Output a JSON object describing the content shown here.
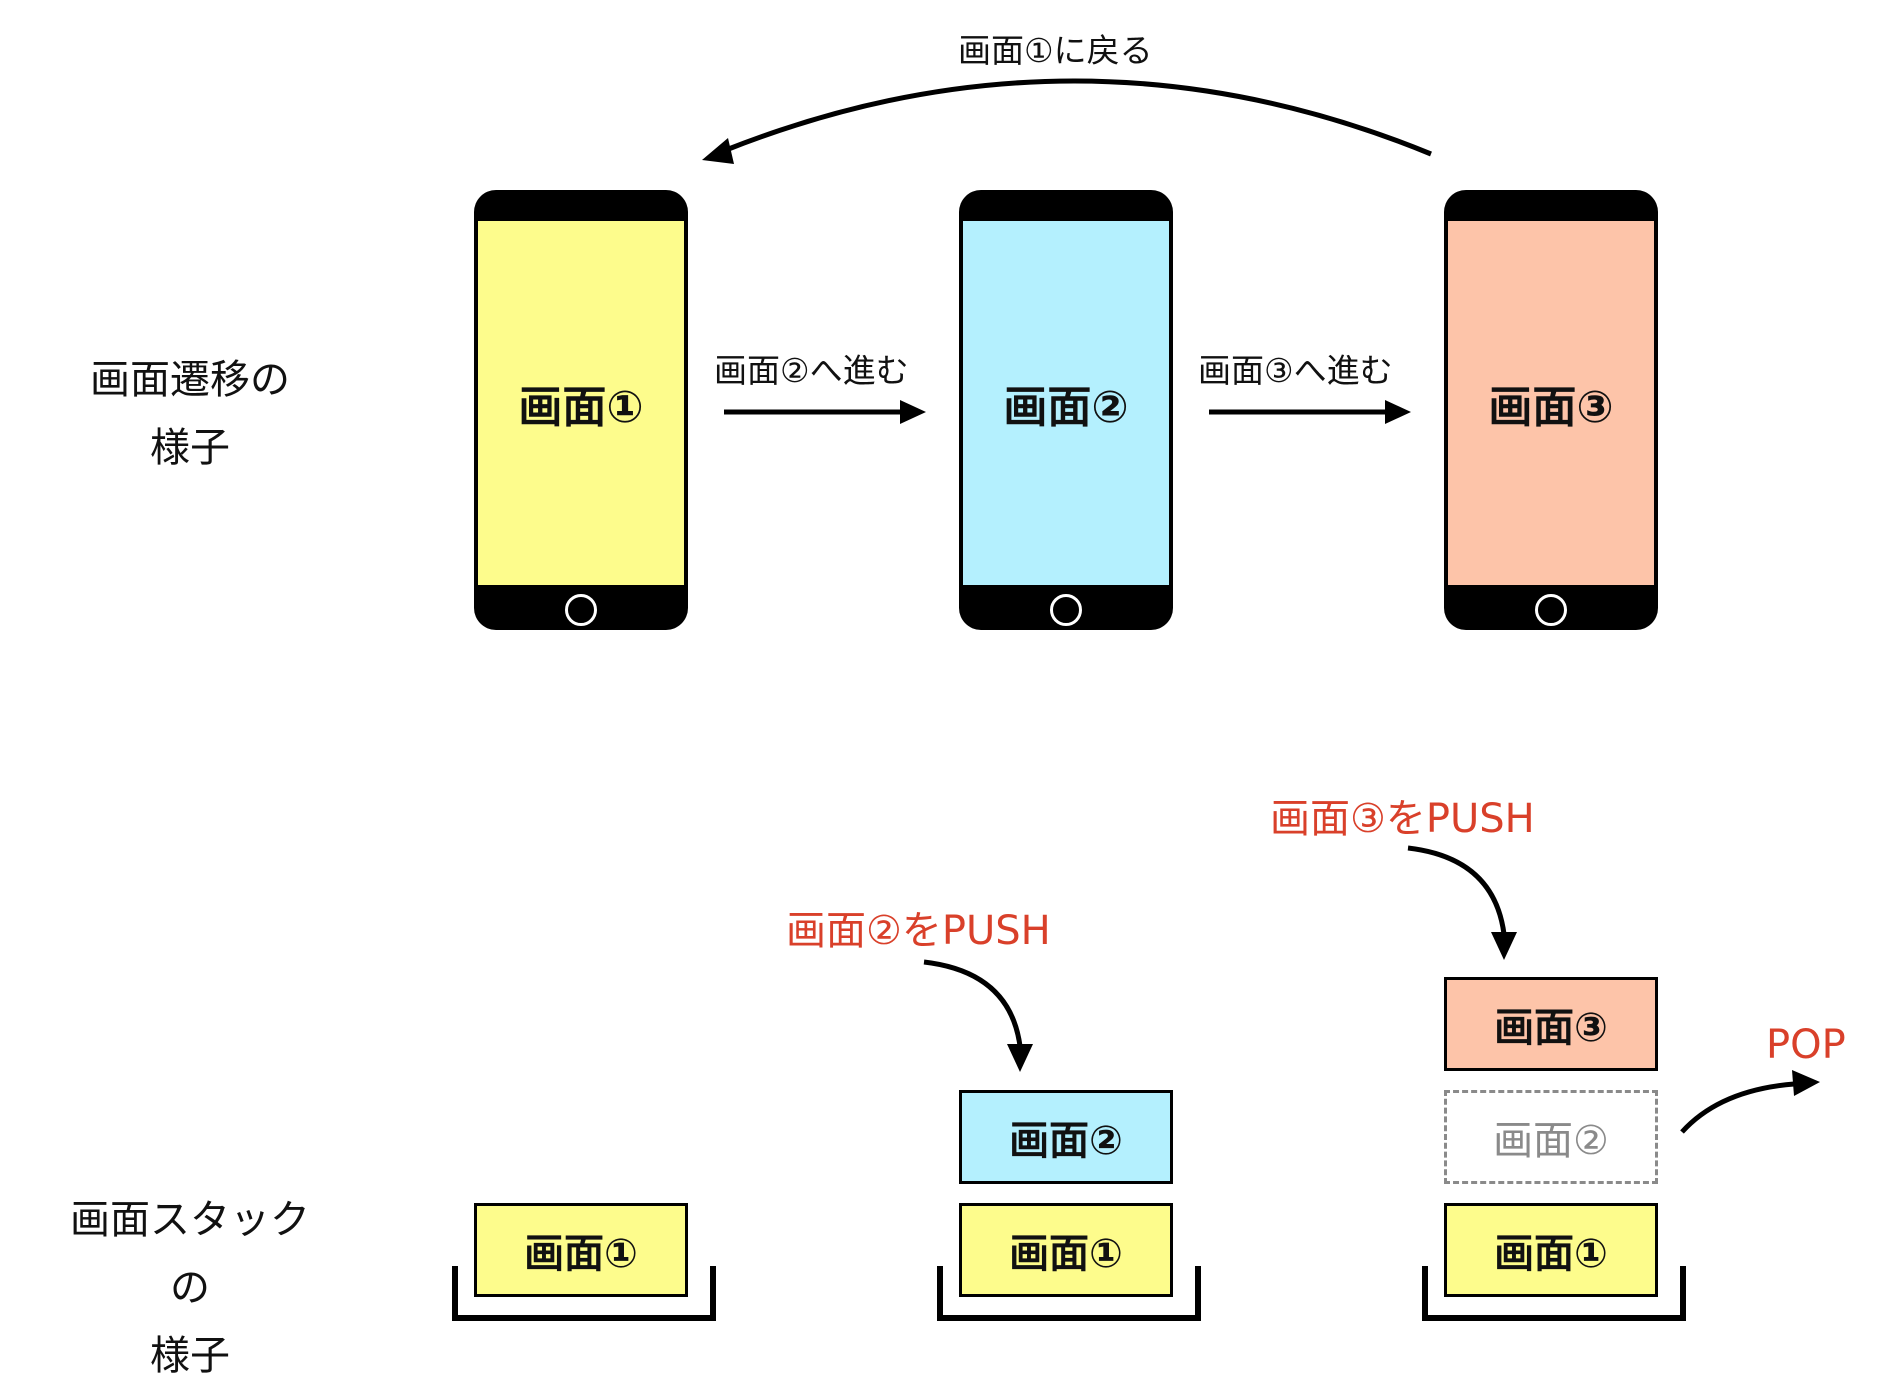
{
  "row_labels": {
    "transition": "画面遷移の\n様子",
    "stack": "画面スタックの\n様子"
  },
  "colors": {
    "screen1": "#fdfc8c",
    "screen2": "#b4f0fe",
    "screen3": "#fdc4a9",
    "accent_red": "#d9402a"
  },
  "phones": [
    {
      "label": "画面①",
      "color": "#fdfc8c"
    },
    {
      "label": "画面②",
      "color": "#b4f0fe"
    },
    {
      "label": "画面③",
      "color": "#fdc4a9"
    }
  ],
  "transitions": {
    "forward_1_2": "画面②へ進む",
    "forward_2_3": "画面③へ進む",
    "back_to_1": "画面①に戻る"
  },
  "stacks": {
    "stack1": [
      "画面①"
    ],
    "stack2": [
      "画面①",
      "画面②"
    ],
    "stack3": [
      "画面①",
      "画面②",
      "画面③"
    ]
  },
  "stack_actions": {
    "push2": "画面②をPUSH",
    "push3": "画面③をPUSH",
    "pop": "POP"
  },
  "icons": {
    "home_button": "home-button-icon",
    "arrow": "arrow-icon",
    "stack_tray": "stack-tray-icon"
  }
}
